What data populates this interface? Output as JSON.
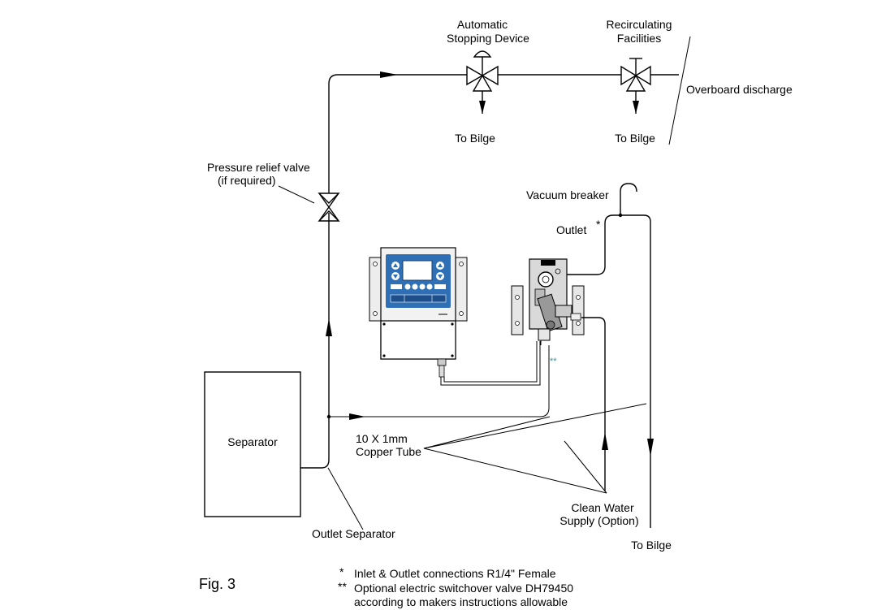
{
  "labels": {
    "automatic_stopping_device": [
      "Automatic",
      "Stopping Device"
    ],
    "recirculating_facilities": [
      "Recirculating",
      "Facilities"
    ],
    "overboard_discharge": "Overboard discharge",
    "to_bilge_1": "To Bilge",
    "to_bilge_2": "To Bilge",
    "to_bilge_3": "To  Bilge",
    "pressure_relief_valve": [
      "Pressure relief valve",
      "(if required)"
    ],
    "vacuum_breaker": "Vacuum breaker",
    "outlet": "Outlet",
    "outlet_star": "*",
    "separator": "Separator",
    "outlet_separator": "Outlet Separator",
    "copper_tube": [
      "10 X 1mm",
      "Copper Tube"
    ],
    "clean_water_supply": [
      "Clean Water",
      "Supply (Option)"
    ],
    "double_star": "**",
    "fig": "Fig.  3"
  },
  "notes": [
    {
      "mark": "*",
      "text": "Inlet & Outlet connections R1/4\" Female"
    },
    {
      "mark": "**",
      "text": "Optional electric switchover valve DH79450"
    },
    {
      "mark": "",
      "text": "according to makers instructions allowable"
    }
  ],
  "colors": {
    "panel_blue": "#2f6fb5",
    "panel_gray": "#e6e6e6",
    "sensor_gray": "#d9d9d9",
    "teal_star": "#3a8f9a"
  }
}
